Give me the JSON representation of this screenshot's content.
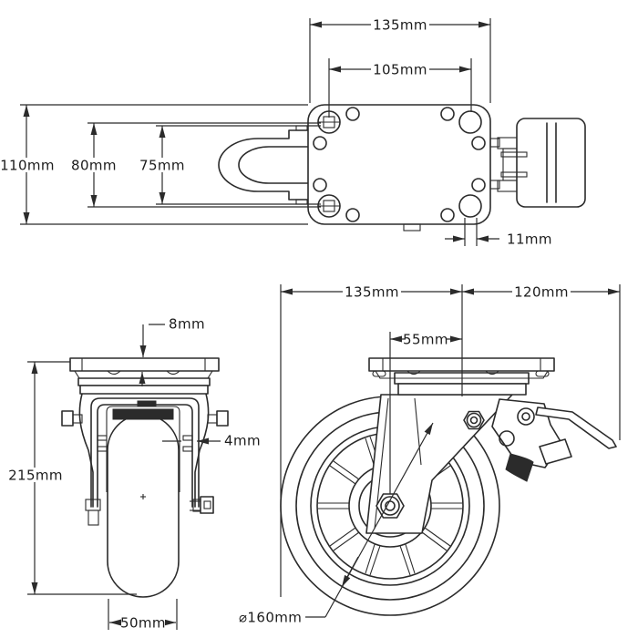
{
  "drawing": {
    "type": "caster-wheel-technical-drawing",
    "background": "#ffffff",
    "line_color": "#2b2b2b",
    "views": {
      "top": {
        "name": "top-plate-view",
        "dims": {
          "plate_length": "135mm",
          "hole_spacing": "105mm",
          "plate_width": "110mm",
          "fork_outer_width": "80mm",
          "fork_inner_width": "75mm",
          "hole_diameter": "11mm"
        }
      },
      "front": {
        "name": "front-view",
        "dims": {
          "plate_thickness": "8mm",
          "leg_thickness": "4mm",
          "overall_height": "215mm",
          "wheel_width": "50mm"
        }
      },
      "side": {
        "name": "side-view",
        "dims": {
          "plate_length": "135mm",
          "lever_reach": "120mm",
          "axle_offset": "55mm",
          "wheel_diameter": "⌀160mm"
        }
      }
    }
  }
}
